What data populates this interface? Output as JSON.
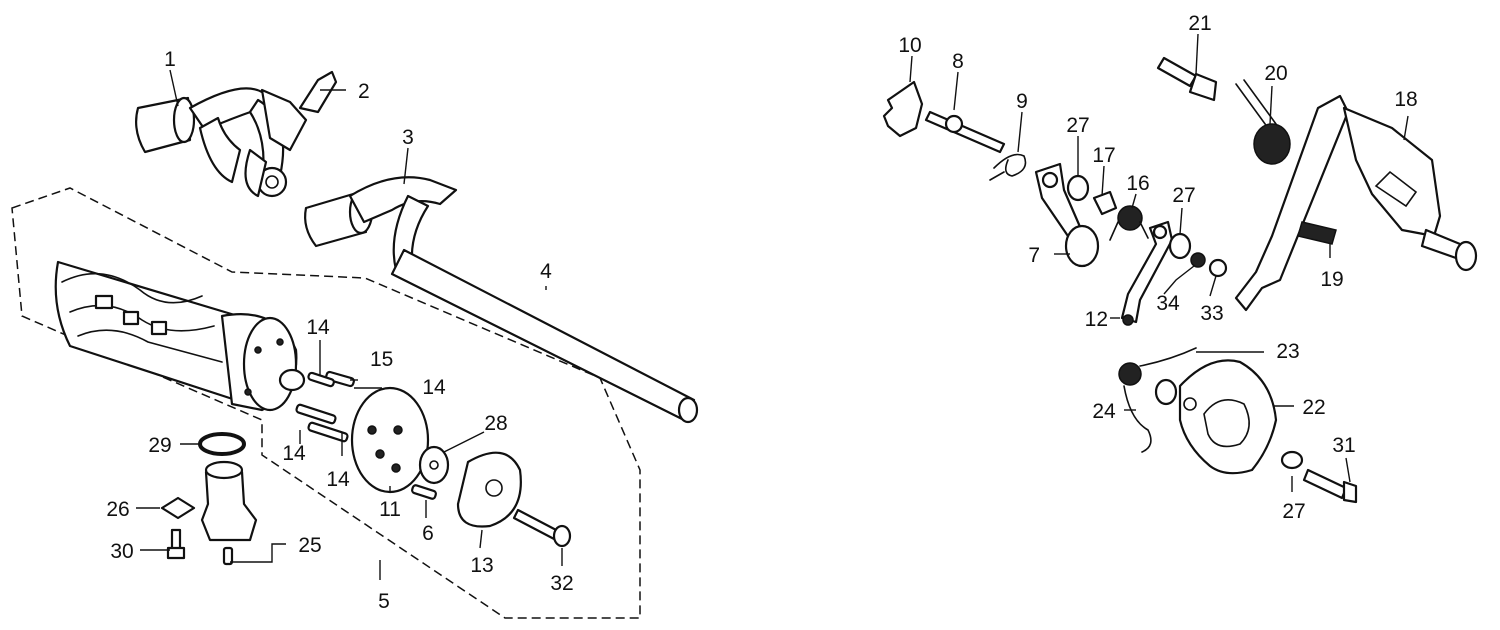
{
  "callouts": [
    {
      "id": "1",
      "text": "1"
    },
    {
      "id": "2",
      "text": "2"
    },
    {
      "id": "3",
      "text": "3"
    },
    {
      "id": "4",
      "text": "4"
    },
    {
      "id": "5",
      "text": "5"
    },
    {
      "id": "6",
      "text": "6"
    },
    {
      "id": "7",
      "text": "7"
    },
    {
      "id": "8",
      "text": "8"
    },
    {
      "id": "9",
      "text": "9"
    },
    {
      "id": "10",
      "text": "10"
    },
    {
      "id": "11",
      "text": "11"
    },
    {
      "id": "12",
      "text": "12"
    },
    {
      "id": "13",
      "text": "13"
    },
    {
      "id": "14a",
      "text": "14"
    },
    {
      "id": "14b",
      "text": "14"
    },
    {
      "id": "14c",
      "text": "14"
    },
    {
      "id": "14d",
      "text": "14"
    },
    {
      "id": "15",
      "text": "15"
    },
    {
      "id": "16",
      "text": "16"
    },
    {
      "id": "17",
      "text": "17"
    },
    {
      "id": "18",
      "text": "18"
    },
    {
      "id": "19",
      "text": "19"
    },
    {
      "id": "20",
      "text": "20"
    },
    {
      "id": "21",
      "text": "21"
    },
    {
      "id": "22",
      "text": "22"
    },
    {
      "id": "23",
      "text": "23"
    },
    {
      "id": "24",
      "text": "24"
    },
    {
      "id": "25",
      "text": "25"
    },
    {
      "id": "26",
      "text": "26"
    },
    {
      "id": "27a",
      "text": "27"
    },
    {
      "id": "27b",
      "text": "27"
    },
    {
      "id": "27c",
      "text": "27"
    },
    {
      "id": "28",
      "text": "28"
    },
    {
      "id": "29",
      "text": "29"
    },
    {
      "id": "30",
      "text": "30"
    },
    {
      "id": "31",
      "text": "31"
    },
    {
      "id": "32",
      "text": "32"
    },
    {
      "id": "33",
      "text": "33"
    },
    {
      "id": "34",
      "text": "34"
    }
  ]
}
